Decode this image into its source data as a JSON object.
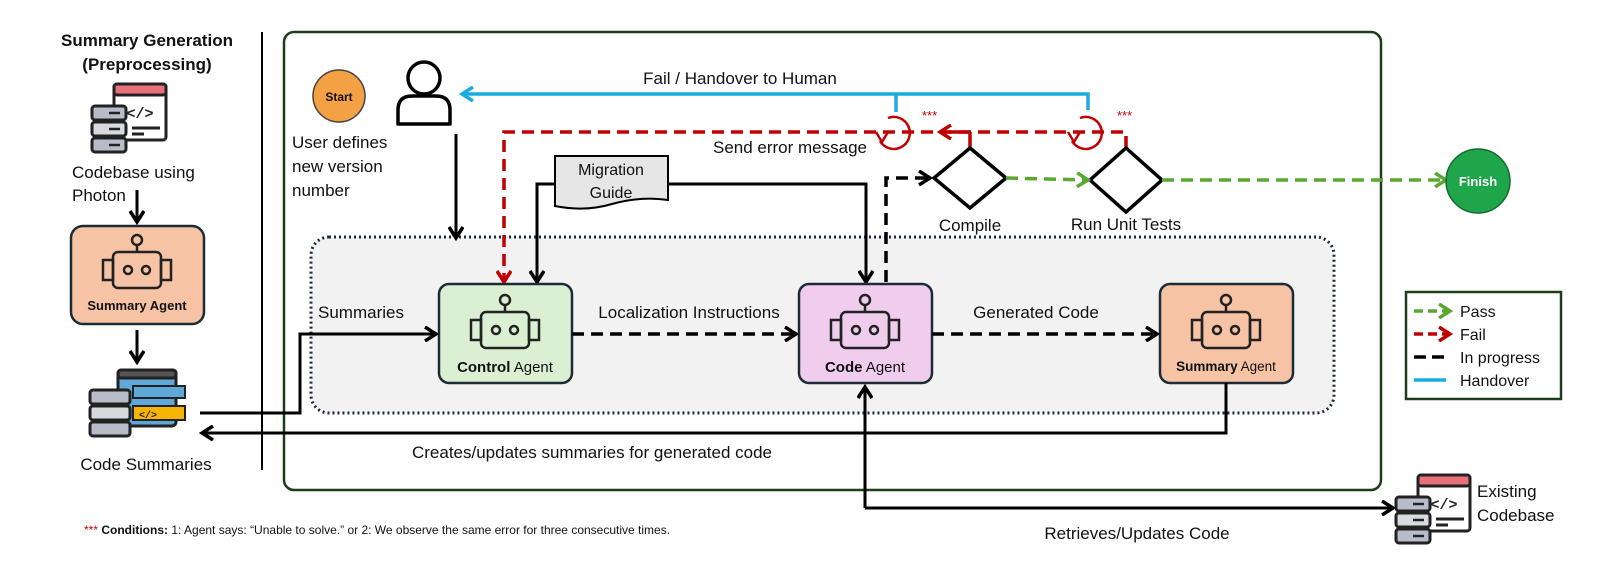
{
  "preprocessing": {
    "title_line1": "Summary Generation",
    "title_line2": "(Preprocessing)",
    "codebase_line1": "Codebase using",
    "codebase_line2": "Photon",
    "agent_label": "Summary Agent",
    "summaries_label": "Code Summaries"
  },
  "start": {
    "label": "Start",
    "color": "#F4A045"
  },
  "finish": {
    "label": "Finish",
    "color": "#1FA64A"
  },
  "user": {
    "line1": "User defines",
    "line2": "new version",
    "line3": "number"
  },
  "handover_label": "Fail / Handover to Human",
  "error_label": "Send error message",
  "conditions_marker": "***",
  "migration_guide": {
    "line1": "Migration",
    "line2": "Guide"
  },
  "decisions": {
    "compile": "Compile",
    "tests": "Run Unit Tests"
  },
  "agents": {
    "control": {
      "bold": "Control",
      "rest": " Agent",
      "color": "#DBF0D3"
    },
    "code": {
      "bold": "Code",
      "rest": " Agent",
      "color": "#F0CDEC"
    },
    "summary": {
      "bold": "Summary",
      "rest": " Agent",
      "color": "#F6C3A5"
    }
  },
  "edges": {
    "summaries": "Summaries",
    "localization": "Localization Instructions",
    "generated": "Generated Code",
    "creates_updates": "Creates/updates summaries for generated code",
    "retrieves": "Retrieves/Updates Code"
  },
  "existing_codebase": {
    "line1": "Existing",
    "line2": "Codebase"
  },
  "legend": {
    "items": [
      {
        "label": "Pass",
        "color": "#5AA832"
      },
      {
        "label": "Fail",
        "color": "#C00000"
      },
      {
        "label": "In progress",
        "color": "#000000"
      },
      {
        "label": "Handover",
        "color": "#1AACE0"
      }
    ]
  },
  "footnote": {
    "marker": "***",
    "bold": "Conditions:",
    "text": " 1: Agent says: “Unable to solve.” or 2: We observe the same error for three consecutive times."
  }
}
